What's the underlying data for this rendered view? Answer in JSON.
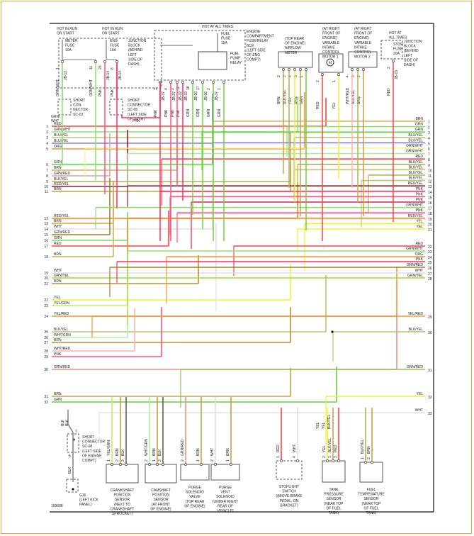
{
  "figure_number": "159688",
  "top_components": [
    {
      "id": "meter-fuse",
      "lines": [
        "HOT IN RUN",
        "OR START"
      ],
      "fuse": [
        "METER",
        "FUSE",
        "10A"
      ]
    },
    {
      "id": "eng-fuse",
      "lines": [
        "HOT IN RUN",
        "OR START"
      ],
      "fuse": [
        "ENG",
        "FUSE",
        "10A"
      ]
    },
    {
      "id": "junction-block-1",
      "lines": [
        "JUNCTION",
        "BLOCK",
        "(BEHIND",
        "LEFT",
        "SIDE OF",
        "DASH)"
      ]
    },
    {
      "id": "engine-compartment",
      "lines": [
        "HOT AT ALL TIMES"
      ],
      "fuse": [
        "FUEL",
        "FUSE",
        "15A"
      ],
      "box": [
        "ENGINE",
        "COMPARTMENT",
        "FUSE/RELAY",
        "BOX",
        "(LEFT SIDE",
        "OF ENG",
        "COMPT)"
      ],
      "relay": [
        "FUEL",
        "PUMP",
        "RELAY"
      ]
    },
    {
      "id": "airflow-meter",
      "lines": [
        "(TOP REAR",
        "OF ENGINE)",
        "AIRFLOW",
        "METER"
      ]
    },
    {
      "id": "vic-motor-1",
      "lines": [
        "(AT RIGHT",
        "FRONT OF",
        "ENGINE)",
        "VARIABLE",
        "INTAKE",
        "CONTROL",
        "MOTOR 1"
      ]
    },
    {
      "id": "vic-motor-2",
      "lines": [
        "(AT RIGHT",
        "FRONT OF",
        "ENGINE)",
        "VARIABLE",
        "INTAKE",
        "CONTROL",
        "MOTOR 2"
      ]
    },
    {
      "id": "stop-fuse",
      "lines": [
        "HOT AT",
        "ALL TIMES"
      ],
      "fuse": [
        "STOP",
        "FUSE",
        "20A"
      ],
      "box": [
        "JUNCTION",
        "BLOCK",
        "(BEHIND",
        "LEFT",
        "SIDE OF",
        "DASH)"
      ]
    }
  ],
  "short_connectors": [
    {
      "id": "sc-03",
      "lines": [
        "SHORT",
        "CON-",
        "NECTOR",
        "SC-03"
      ]
    },
    {
      "id": "sc-05",
      "lines": [
        "SHORT",
        "CONNECTOR",
        "SC-05",
        "(LEFT SIDE",
        "OF DASH)"
      ]
    },
    {
      "id": "sc-08",
      "lines": [
        "SHORT",
        "CONNECTOR",
        "SC-08",
        "(LEFT SIDE",
        "OF ENGINE",
        "COMPT)"
      ]
    }
  ],
  "top_wires": [
    {
      "label": "GRN/WHT",
      "pin": "1",
      "conn": "JB-12",
      "color": "#90e070"
    },
    {
      "label": "GRN/WHT",
      "pin": "11",
      "conn": "",
      "color": "#90e070"
    },
    {
      "label": "PNK",
      "pin": "20",
      "conn": "JB-14",
      "color": "#ff5080"
    },
    {
      "label": "PNK",
      "pin": "6",
      "conn": "JB-14",
      "color": "#ff3060"
    },
    {
      "label": "PNK",
      "pin": "3",
      "conn": "JB-37",
      "color": "#ff3060"
    },
    {
      "label": "PNK",
      "pin": "4",
      "conn": "JB-37",
      "color": "#ff5080"
    },
    {
      "label": "PNK",
      "pin": "2",
      "conn": "JB-32",
      "color": "#ff5080"
    },
    {
      "label": "PNK",
      "pin": "11",
      "conn": "JB-33",
      "color": "#ff3060"
    },
    {
      "label": "GRN",
      "pin": "18",
      "conn": "JB-36",
      "color": "#70d040"
    },
    {
      "label": "GRN",
      "pin": "17",
      "conn": "JB-36",
      "color": "#70d040"
    },
    {
      "label": "GRN",
      "pin": "2",
      "conn": "JB-37",
      "color": "#70d040"
    },
    {
      "label": "GRN",
      "pin": "1",
      "conn": "",
      "color": "#70d040"
    },
    {
      "label": "BRN",
      "pin": "2",
      "conn": "",
      "color": "#c8a040"
    },
    {
      "label": "BLK/YEL",
      "pin": "3",
      "conn": "",
      "color": "#b0b050"
    },
    {
      "label": "YEL",
      "pin": "4",
      "conn": "",
      "color": "#f0f030"
    },
    {
      "label": "BRN",
      "pin": "5",
      "conn": "",
      "color": "#c8a040"
    },
    {
      "label": "GRN",
      "pin": "1",
      "conn": "",
      "color": "#70d040"
    },
    {
      "label": "RED",
      "pin": "2",
      "conn": "",
      "color": "#ff4040"
    },
    {
      "label": "YEL",
      "pin": "1",
      "conn": "",
      "color": "#f0f030"
    },
    {
      "label": "WHT/RED",
      "pin": "4",
      "conn": "",
      "color": "#ffb0b0"
    },
    {
      "label": "BLK/YEL",
      "pin": "3",
      "conn": "",
      "color": "#b0b050"
    },
    {
      "label": "BRN",
      "pin": "2",
      "conn": "",
      "color": "#c8a040"
    },
    {
      "label": "RED",
      "pin": "2",
      "conn": "JB-15",
      "color": "#ff4040"
    }
  ],
  "sc_labels": {
    "grn_wht": "GRN/ WHT",
    "pnk": "PNK"
  },
  "left_rows": [
    {
      "num": "1",
      "label": "RED",
      "color": "#ff4040"
    },
    {
      "num": "2",
      "label": "GRN/WHT",
      "color": "#90e070"
    },
    {
      "num": "3",
      "label": "BLU/YEL",
      "color": "#c0c080"
    },
    {
      "num": "4",
      "label": "BLU/YEL",
      "color": "#8080d0"
    },
    {
      "num": "5",
      "label": "ORG",
      "color": "#ff9030"
    },
    {
      "num": "6",
      "label": "GRN",
      "color": "#50e030"
    },
    {
      "num": "7",
      "label": "BRN",
      "color": "#d0b060"
    },
    {
      "num": "8",
      "label": "GRN/RED",
      "color": "#e0a0a0"
    },
    {
      "num": "9",
      "label": "BLK/YEL",
      "color": "#b0b050"
    },
    {
      "num": "10",
      "label": "RED/YEL",
      "color": "#902020"
    },
    {
      "num": "11",
      "label": "BRN",
      "color": "#c8a040"
    },
    {
      "num": "12",
      "label": "RED/YEL",
      "color": "#ff8020"
    },
    {
      "num": "13",
      "label": "BRN",
      "color": "#c8a040"
    },
    {
      "num": "14",
      "label": "WHT",
      "color": "#e0e0e0"
    },
    {
      "num": "15",
      "label": "GRN/RED",
      "color": "#a08030"
    },
    {
      "num": "16",
      "label": "GRN",
      "color": "#70e050"
    },
    {
      "num": "17",
      "label": "RED",
      "color": "#ff4040"
    },
    {
      "num": "18",
      "label": "BRN",
      "color": "#d0b060"
    },
    {
      "num": "19",
      "label": "WHT",
      "color": "#e0e0e0"
    },
    {
      "num": "20",
      "label": "GRN/YEL",
      "color": "#90e030"
    },
    {
      "num": "21",
      "label": "BRN",
      "color": "#b89030"
    },
    {
      "num": "22",
      "label": "YEL",
      "color": "#f0f030"
    },
    {
      "num": "23",
      "label": "YEL/GRN",
      "color": "#c0f060"
    },
    {
      "num": "24",
      "label": "YEL/RED",
      "color": "#ff9030"
    },
    {
      "num": "25",
      "label": "BLK/YEL",
      "color": "#c0c070"
    },
    {
      "num": "26",
      "label": "WHT/GRN",
      "color": "#b0f0a0"
    },
    {
      "num": "27",
      "label": "BRN",
      "color": "#b89030"
    },
    {
      "num": "28",
      "label": "WHT/RED",
      "color": "#ffb0b0"
    },
    {
      "num": "29",
      "label": "PNK",
      "color": "#ff5080"
    },
    {
      "num": "30",
      "label": "GRN/RED",
      "color": "#f09080"
    },
    {
      "num": "31",
      "label": "BRN",
      "color": "#c8a040"
    },
    {
      "num": "32",
      "label": "GRN",
      "color": "#60d040"
    }
  ],
  "right_rows": [
    {
      "num": "1",
      "label": "BRN",
      "color": "#d0b060"
    },
    {
      "num": "2",
      "label": "GRN",
      "color": "#90e070"
    },
    {
      "num": "3",
      "label": "GRN",
      "color": "#50e030"
    },
    {
      "num": "4",
      "label": "BLU/YEL",
      "color": "#c0c080"
    },
    {
      "num": "5",
      "label": "BLU/YEL",
      "color": "#8080d0"
    },
    {
      "num": "6",
      "label": "GRN/WHT",
      "color": "#f0f090"
    },
    {
      "num": "7",
      "label": "GRN/WHT",
      "color": "#b0f0a0"
    },
    {
      "num": "8",
      "label": "RED",
      "color": "#ff4040"
    },
    {
      "num": "9",
      "label": "BLK/YEL",
      "color": "#b0b050"
    },
    {
      "num": "10",
      "label": "BLK/YEL",
      "color": "#c0c070"
    },
    {
      "num": "11",
      "label": "BLK/YEL",
      "color": "#b0b050"
    },
    {
      "num": "12",
      "label": "BLK/YEL",
      "color": "#c0c070"
    },
    {
      "num": "13",
      "label": "RED/YEL",
      "color": "#902020"
    },
    {
      "num": "14",
      "label": "PNK",
      "color": "#ff3060"
    },
    {
      "num": "15",
      "label": "PNK",
      "color": "#ff5080"
    },
    {
      "num": "16",
      "label": "PNK",
      "color": "#e02050"
    },
    {
      "num": "17",
      "label": "GRN/WHT",
      "color": "#90e070"
    },
    {
      "num": "18",
      "label": "PNK",
      "color": "#ff5080"
    },
    {
      "num": "19",
      "label": "RED/YEL",
      "color": "#ff8020"
    },
    {
      "num": "20",
      "label": "YEL",
      "color": "#f0f030"
    },
    {
      "num": "21",
      "label": "YEL",
      "color": "#f0f030"
    },
    {
      "num": "22",
      "label": "RED",
      "color": "#ff4040"
    },
    {
      "num": "23",
      "label": "GRN/WHT",
      "color": "#90e070"
    },
    {
      "num": "24",
      "label": "ORG",
      "color": "#ff9030"
    },
    {
      "num": "25",
      "label": "PNK",
      "color": "#ff3060"
    },
    {
      "num": "26",
      "label": "GRN/RED",
      "color": "#a08030"
    },
    {
      "num": "27",
      "label": "WHT",
      "color": "#e0e0e0"
    },
    {
      "num": "28",
      "label": "GRN/YEL",
      "color": "#90e030"
    },
    {
      "num": "29",
      "label": "YEL/RED",
      "color": "#ff9030"
    },
    {
      "num": "30",
      "label": "BLK/YEL",
      "color": "#c0c070"
    },
    {
      "num": "31",
      "label": "GRN/RED",
      "color": "#90c060"
    },
    {
      "num": "32",
      "label": "YEL",
      "color": "#f0f030"
    },
    {
      "num": "33",
      "label": "WHT",
      "color": "#e0e0e0"
    }
  ],
  "bottom_components": [
    {
      "id": "crankshaft-position-sensor",
      "lines": [
        "CRANKSHAFT",
        "POSITION",
        "SENSOR",
        "(NEXT TO",
        "CRANKSHAFT",
        "SPROCKET)"
      ],
      "pins": [
        {
          "pin": "1",
          "label": "YEL/GRN",
          "color": "#c0f060"
        },
        {
          "pin": "2",
          "label": "BRN",
          "color": "#c8a040"
        },
        {
          "pin": "3",
          "label": "BLK",
          "color": "#606060"
        }
      ]
    },
    {
      "id": "camshaft-position-sensor",
      "lines": [
        "CAMSHAFT",
        "POSITION",
        "SENSOR",
        "(AT FRONT",
        "OF ENGINE)"
      ],
      "pins": [
        {
          "pin": "2",
          "label": "WHT/GRN",
          "color": "#b0f0a0"
        },
        {
          "pin": "1",
          "label": "BRN",
          "color": "#c8a040"
        },
        {
          "pin": "3",
          "label": "BLK",
          "color": "#606060"
        }
      ]
    },
    {
      "id": "purge-solenoid-valve",
      "lines": [
        "PURGE",
        "SOLENOID",
        "VALVE",
        "(TOP REAR",
        "OF ENGINE)"
      ],
      "pins": [
        {
          "pin": "2",
          "label": "GRN/RED",
          "color": "#f09080"
        },
        {
          "pin": "1",
          "label": "BRN",
          "color": "#c8a040"
        }
      ]
    },
    {
      "id": "purge-vent-solenoid",
      "lines": [
        "PURGE",
        "VENT",
        "SOLENOID",
        "(UNDER RIGHT",
        "REAR OF",
        "VEHICLE)"
      ],
      "pins": [
        {
          "pin": "2",
          "label": "WHT",
          "color": "#e0e0e0"
        },
        {
          "pin": "1",
          "label": "BRN",
          "color": "#c8a040"
        }
      ]
    },
    {
      "id": "stoplight-switch",
      "lines": [
        "STOPLIGHT",
        "SWITCH",
        "(ABOVE BRAKE",
        "PEDAL, ON",
        "BRACKET)"
      ],
      "pins": [
        {
          "pin": "1",
          "label": "RED",
          "color": "#ff4040"
        },
        {
          "pin": "4",
          "label": "WHT",
          "color": "#e0e0e0"
        }
      ]
    },
    {
      "id": "tank-pressure-sensor",
      "lines": [
        "TANK",
        "PRESSURE",
        "SENSOR",
        "(NEAR TOP",
        "OF FUEL",
        "TANK)"
      ],
      "pins": [
        {
          "pin": "2",
          "label": "YEL",
          "color": "#f0f030"
        },
        {
          "pin": "1",
          "label": "BLK/YEL",
          "color": "#b0b050"
        },
        {
          "pin": "3",
          "label": "RED",
          "color": "#ff4040"
        }
      ]
    },
    {
      "id": "fuel-temperature-sensor",
      "lines": [
        "FUEL",
        "TEMPERATURE",
        "SENSOR",
        "(NEAR TOP",
        "OF FUEL",
        "TANK)"
      ],
      "pins": [
        {
          "pin": "1",
          "label": "BLK/YEL",
          "color": "#b0b050"
        },
        {
          "pin": "2",
          "label": "BRN",
          "color": "#c8a040"
        }
      ]
    }
  ],
  "ground": {
    "id": "G16",
    "lines": [
      "G16",
      "(LEFT KICK",
      "PANEL)"
    ],
    "wire": "BLK",
    "pin_top": "7",
    "pin_bottom": "5"
  },
  "sc08_wires": [
    "BLK",
    "BLK"
  ],
  "tank_upper_labels": [
    "YEL",
    "YEL",
    "BLK/YEL"
  ]
}
